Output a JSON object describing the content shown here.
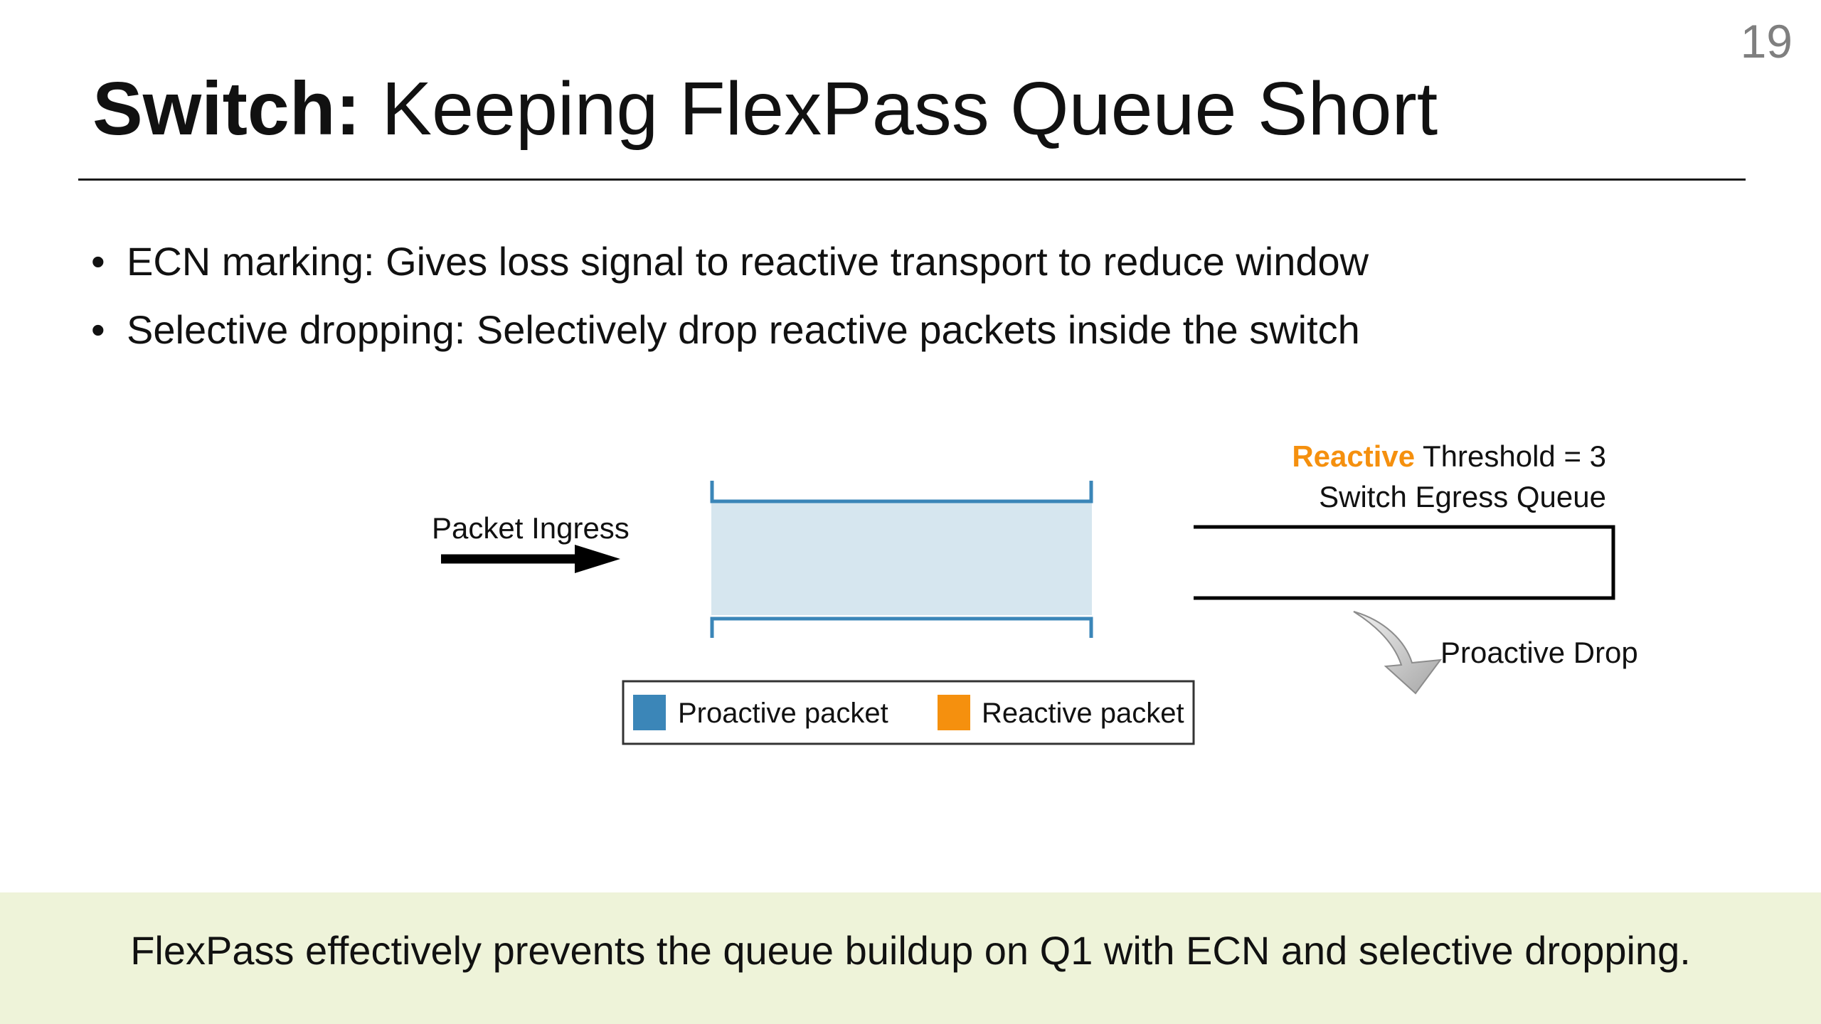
{
  "slide": {
    "number": "19",
    "title_bold": "Switch:",
    "title_rest": " Keeping FlexPass Queue Short",
    "bullets": [
      "ECN marking: Gives loss signal to reactive transport to reduce window",
      "Selective dropping: Selectively drop reactive packets inside the switch"
    ]
  },
  "diagram": {
    "ingress_label": "Packet Ingress",
    "threshold_colored": "Reactive",
    "threshold_rest": " Threshold = 3",
    "queue_label": "Switch Egress Queue",
    "drop_label": "Proactive Drop",
    "legend": [
      {
        "label": "Proactive packet",
        "color": "#3b86b8"
      },
      {
        "label": "Reactive packet",
        "color": "#f5900e"
      }
    ],
    "colors": {
      "queue_fill": "#d6e6ef",
      "queue_bracket": "#3b86b8",
      "reactive_accent": "#f5900e"
    }
  },
  "footer": {
    "text": "FlexPass effectively prevents the queue buildup on Q1 with ECN and selective dropping."
  }
}
